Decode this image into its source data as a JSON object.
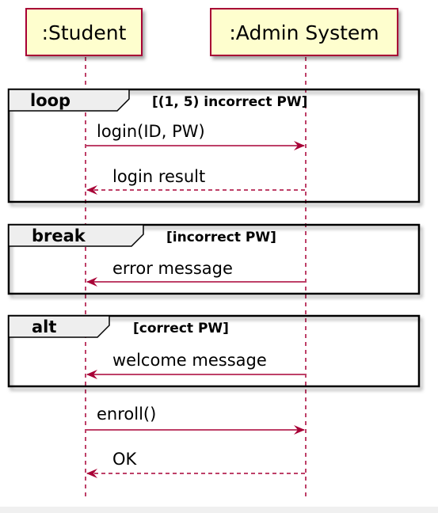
{
  "participants": {
    "student": ":Student",
    "admin": ":Admin System"
  },
  "fragments": {
    "loop": {
      "keyword": "loop",
      "guard": "[(1, 5) incorrect PW]"
    },
    "break": {
      "keyword": "break",
      "guard": "[incorrect PW]"
    },
    "alt": {
      "keyword": "alt",
      "guard": "[correct PW]"
    }
  },
  "messages": {
    "login": "login(ID, PW)",
    "login_result": "login result",
    "error_message": "error message",
    "welcome_message": "welcome message",
    "enroll": "enroll()",
    "ok": "OK"
  },
  "colors": {
    "participant_fill": "#FEFECE",
    "participant_border": "#A80036",
    "arrow": "#A80036",
    "fragment_header_fill": "#EEEEEE",
    "fragment_border": "#000000",
    "background": "#FFFFFF"
  }
}
